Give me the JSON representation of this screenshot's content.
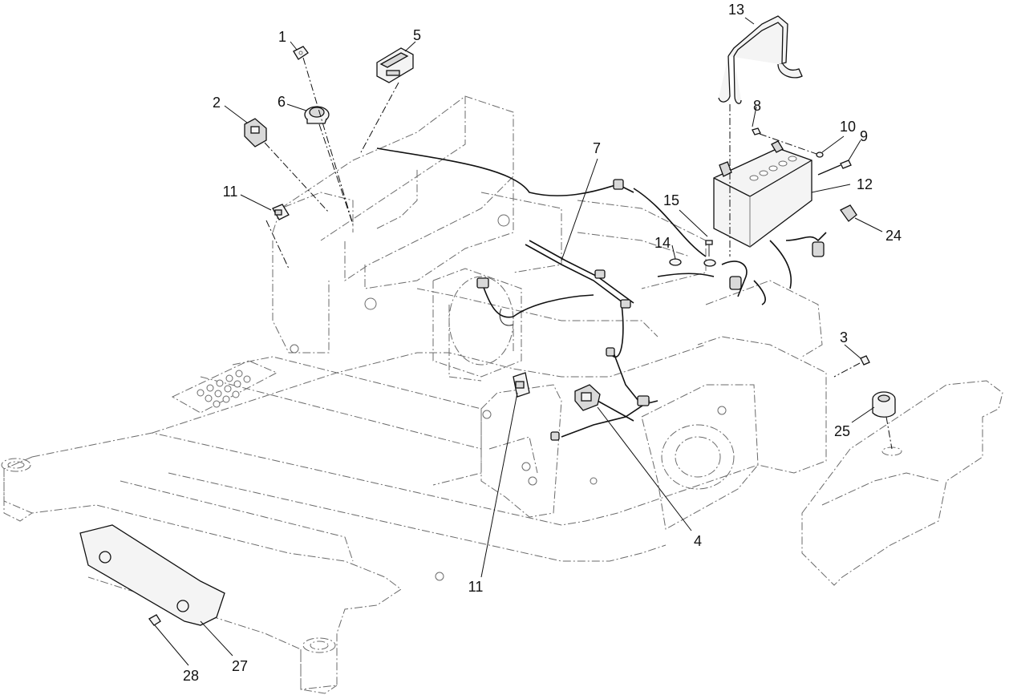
{
  "callouts": {
    "c1": "1",
    "c2": "2",
    "c3": "3",
    "c4": "4",
    "c5": "5",
    "c6": "6",
    "c7": "7",
    "c8": "8",
    "c9": "9",
    "c10": "10",
    "c11a": "11",
    "c11b": "11",
    "c12": "12",
    "c13": "13",
    "c14": "14",
    "c15": "15",
    "c24": "24",
    "c25": "25",
    "c27": "27",
    "c28": "28"
  },
  "colors": {
    "line": "#111111",
    "ghost_frame": "#6b6b6b",
    "background": "#ffffff"
  }
}
